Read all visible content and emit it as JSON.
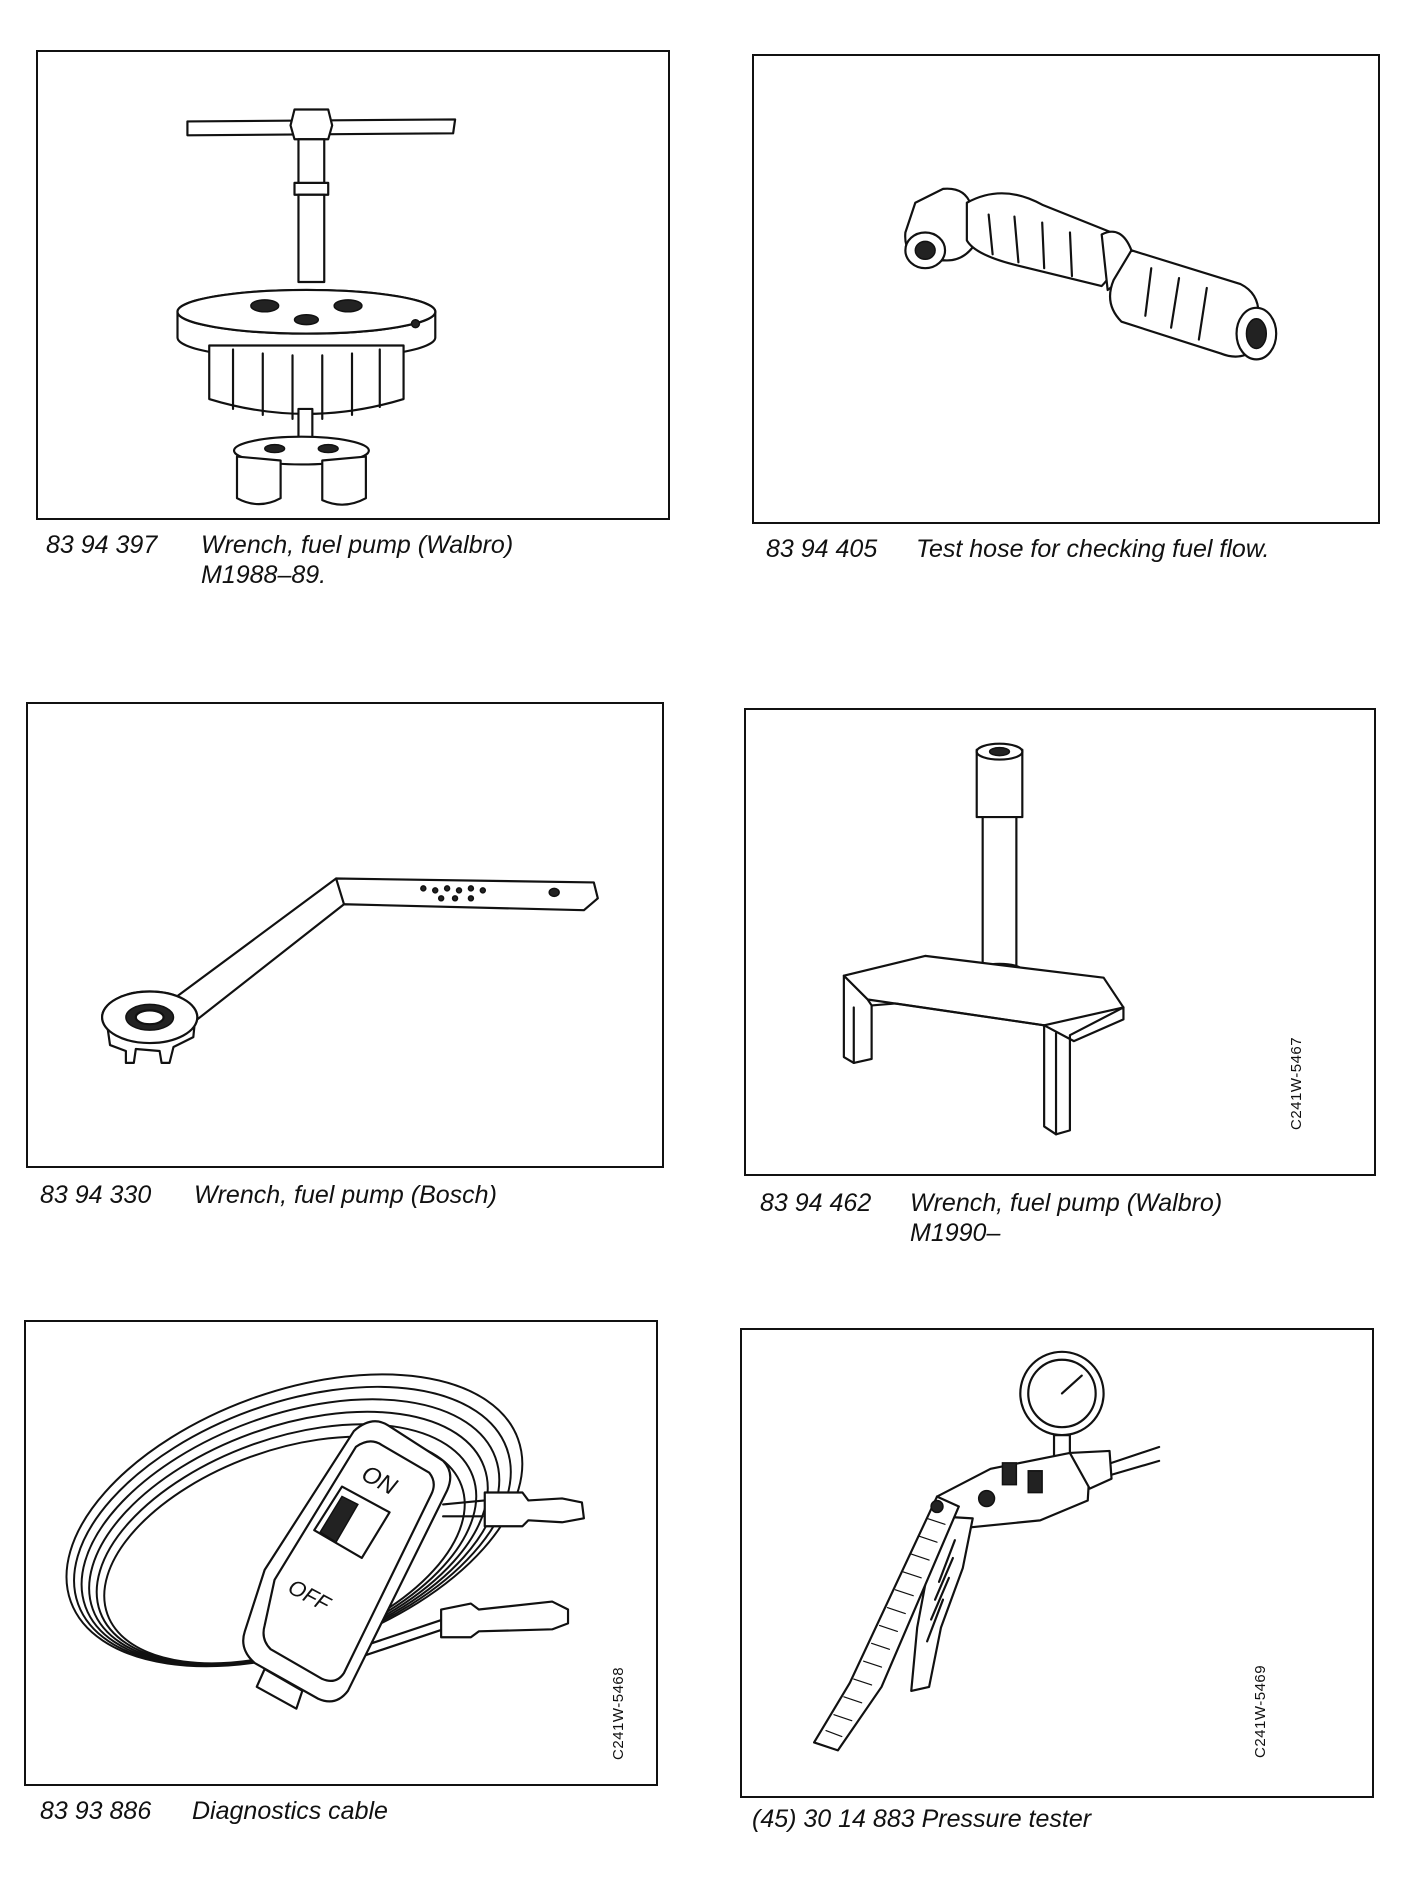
{
  "tools": [
    {
      "part_number": "83 94 397",
      "description": "Wrench, fuel pump (Walbro)",
      "description_line2": "M1988–89.",
      "figure_code": ""
    },
    {
      "part_number": "83 94 405",
      "description": "Test hose for checking fuel flow.",
      "description_line2": "",
      "figure_code": ""
    },
    {
      "part_number": "83 94 330",
      "description": "Wrench, fuel pump (Bosch)",
      "description_line2": "",
      "figure_code": ""
    },
    {
      "part_number": "83 94 462",
      "description": "Wrench, fuel pump (Walbro)",
      "description_line2": "M1990–",
      "figure_code": "C241W-5467"
    },
    {
      "part_number": "83 93 886",
      "description": "Diagnostics cable",
      "description_line2": "",
      "figure_code": "C241W-5468",
      "switch_on": "ON",
      "switch_off": "OFF"
    },
    {
      "part_number": "(45) 30 14 883",
      "description": "Pressure tester",
      "description_line2": "",
      "figure_code": "C241W-5469"
    }
  ],
  "icons": [
    "walbro-wrench-icon",
    "test-hose-icon",
    "bosch-wrench-icon",
    "walbro-fork-wrench-icon",
    "diagnostics-cable-icon",
    "pressure-tester-icon"
  ]
}
